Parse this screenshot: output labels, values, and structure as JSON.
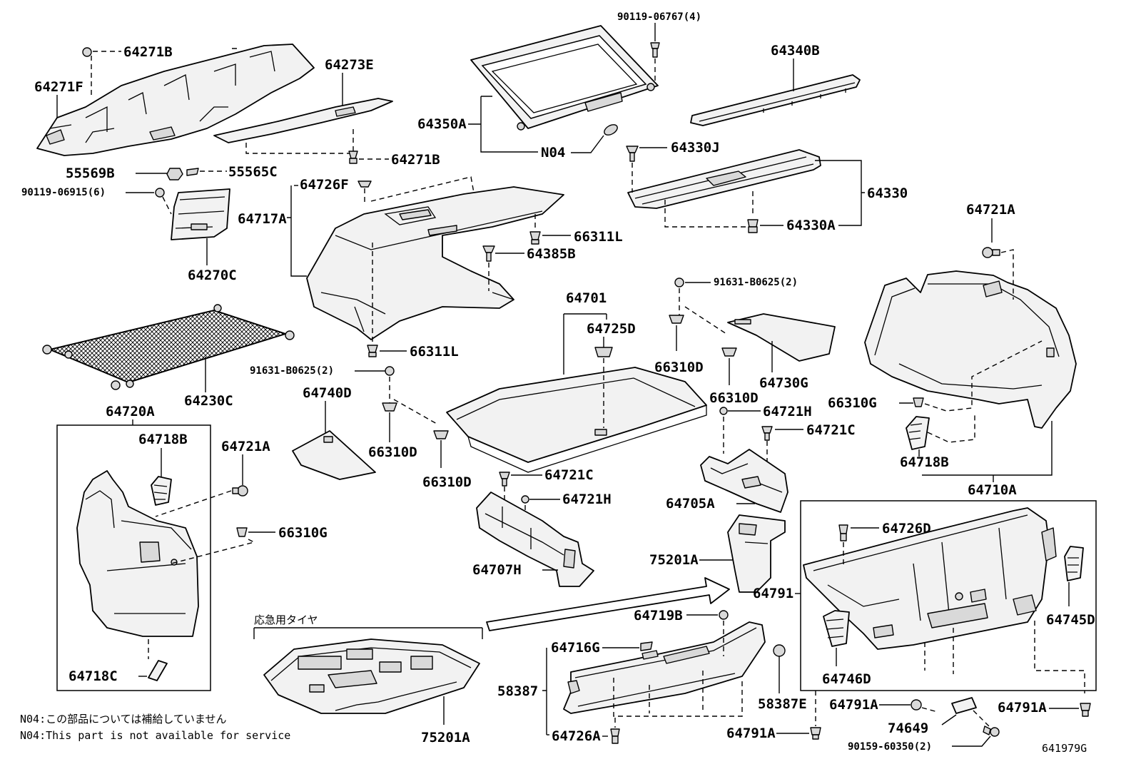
{
  "diagram_code": "641979G",
  "notes": {
    "ja": "N04:この部品については補給していません",
    "en": "N04:This part is not available for service"
  },
  "spare_tire_label": "応急用タイヤ",
  "parts": {
    "p64271B_top": "64271B",
    "p64271F": "64271F",
    "p64273E": "64273E",
    "p64271B_bot": "64271B",
    "p55569B": "55569B",
    "p55565C": "55565C",
    "p90119_06915": "90119-06915(6)",
    "p64270C": "64270C",
    "p64230C": "64230C",
    "p90119_06767": "90119-06767(4)",
    "p64350A": "64350A",
    "pN04": "N04",
    "p64340B": "64340B",
    "p64330J": "64330J",
    "p64330": "64330",
    "p64330A": "64330A",
    "p64726F": "64726F",
    "p64717A": "64717A",
    "p66311L_a": "66311L",
    "p64385B": "64385B",
    "p66311L_b": "66311L",
    "p91631_B0625_a": "91631-B0625(2)",
    "p91631_B0625_b": "91631-B0625(2)",
    "p64740D": "64740D",
    "p66310D_a": "66310D",
    "p66310D_b": "66310D",
    "p66310D_c": "66310D",
    "p66310D_d": "66310D",
    "p64701": "64701",
    "p64725D": "64725D",
    "p64730G": "64730G",
    "p64721A_r": "64721A",
    "p66310G_r": "66310G",
    "p64718B_r": "64718B",
    "p64710A": "64710A",
    "p64721H_a": "64721H",
    "p64721C_a": "64721C",
    "p64721C_b": "64721C",
    "p64721H_b": "64721H",
    "p64705A": "64705A",
    "p64707H": "64707H",
    "p75201A_a": "75201A",
    "p64720A": "64720A",
    "p64718B_l": "64718B",
    "p64721A_l": "64721A",
    "p66310G_l": "66310G",
    "p64718C": "64718C",
    "p64726D": "64726D",
    "p64791": "64791",
    "p64745D": "64745D",
    "p64746D": "64746D",
    "p64791A_a": "64791A",
    "p64791A_b": "64791A",
    "p64791A_c": "64791A",
    "p74649": "74649",
    "p90159_60350": "90159-60350(2)",
    "p64719B": "64719B",
    "p64716G": "64716G",
    "p58387": "58387",
    "p58387E": "58387E",
    "p64726A": "64726A",
    "p75201A_b": "75201A"
  }
}
